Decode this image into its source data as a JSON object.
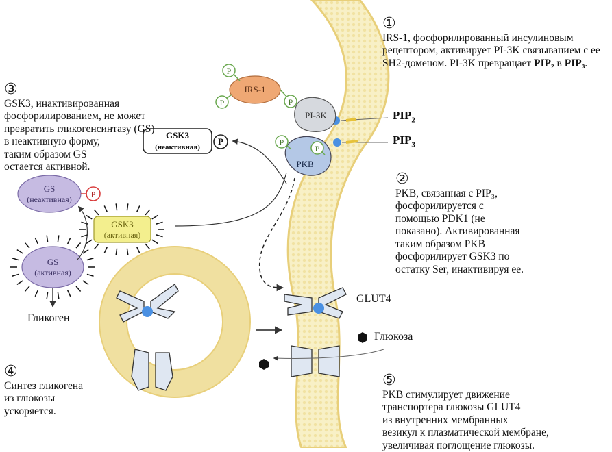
{
  "notes": {
    "n1": {
      "num": "①",
      "text": "IRS-1, фосфорилированный инсулиновым рецептором, активирует PI-3K связыванием с ее SH2-доменом. PI-3K превращает ",
      "pip2": "PIP₂",
      "mid": " в ",
      "pip3": "PIP₃",
      "end": "."
    },
    "n2": {
      "num": "②",
      "text": "PKB, связанная с PIP₃,\nфосфорилируется с\nпомощью PDK1 (не\nпоказано). Активированная\nтаким образом PKB\nфосфорилирует GSK3 по\nостатку Ser, инактивируя ее."
    },
    "n3": {
      "num": "③",
      "text": "GSK3, инактивированная\nфосфорилированием, не может\nпревратить гликогенсинтазу (GS)\nв неактивную форму,\nтаким образом GS\nостается активной."
    },
    "n4": {
      "num": "④",
      "text": "Синтез гликогена\nиз глюкозы\nускоряется."
    },
    "n5": {
      "num": "⑤",
      "text": "PKB стимулирует движение\nтранспортера глюкозы GLUT4\nиз внутренних мембранных\nвезикул к плазматической мембране,\nувеличивая поглощение глюкозы."
    }
  },
  "labels": {
    "irs1": "IRS-1",
    "pi3k": "PI-3K",
    "pkb": "PKB",
    "p": "P",
    "pip2": "PIP",
    "pip2_sub": "2",
    "pip3": "PIP",
    "pip3_sub": "3",
    "gsk3_inactive": "GSK3",
    "gsk3_inactive_sub": "(неактивная)",
    "gsk3_active": "GSK3",
    "gsk3_active_sub": "(активная)",
    "gs_inactive": "GS",
    "gs_inactive_sub": "(неактивная)",
    "gs_active": "GS",
    "gs_active_sub": "(активная)",
    "glycogen": "Гликоген",
    "glut4": "GLUT4",
    "glucose": "Глюкоза"
  },
  "colors": {
    "membrane_fill": "#f8f0c6",
    "membrane_edge": "#e8cf7a",
    "irs1": "#efa874",
    "pi3k": "#d6d9de",
    "pkb": "#b4c8e6",
    "gs": "#c6bbe2",
    "gsk3_active": "#f3ef8e",
    "phosphate_green": "#6aa84f",
    "phosphate_red": "#d83b3b",
    "lipid_dot": "#4a90e2"
  }
}
